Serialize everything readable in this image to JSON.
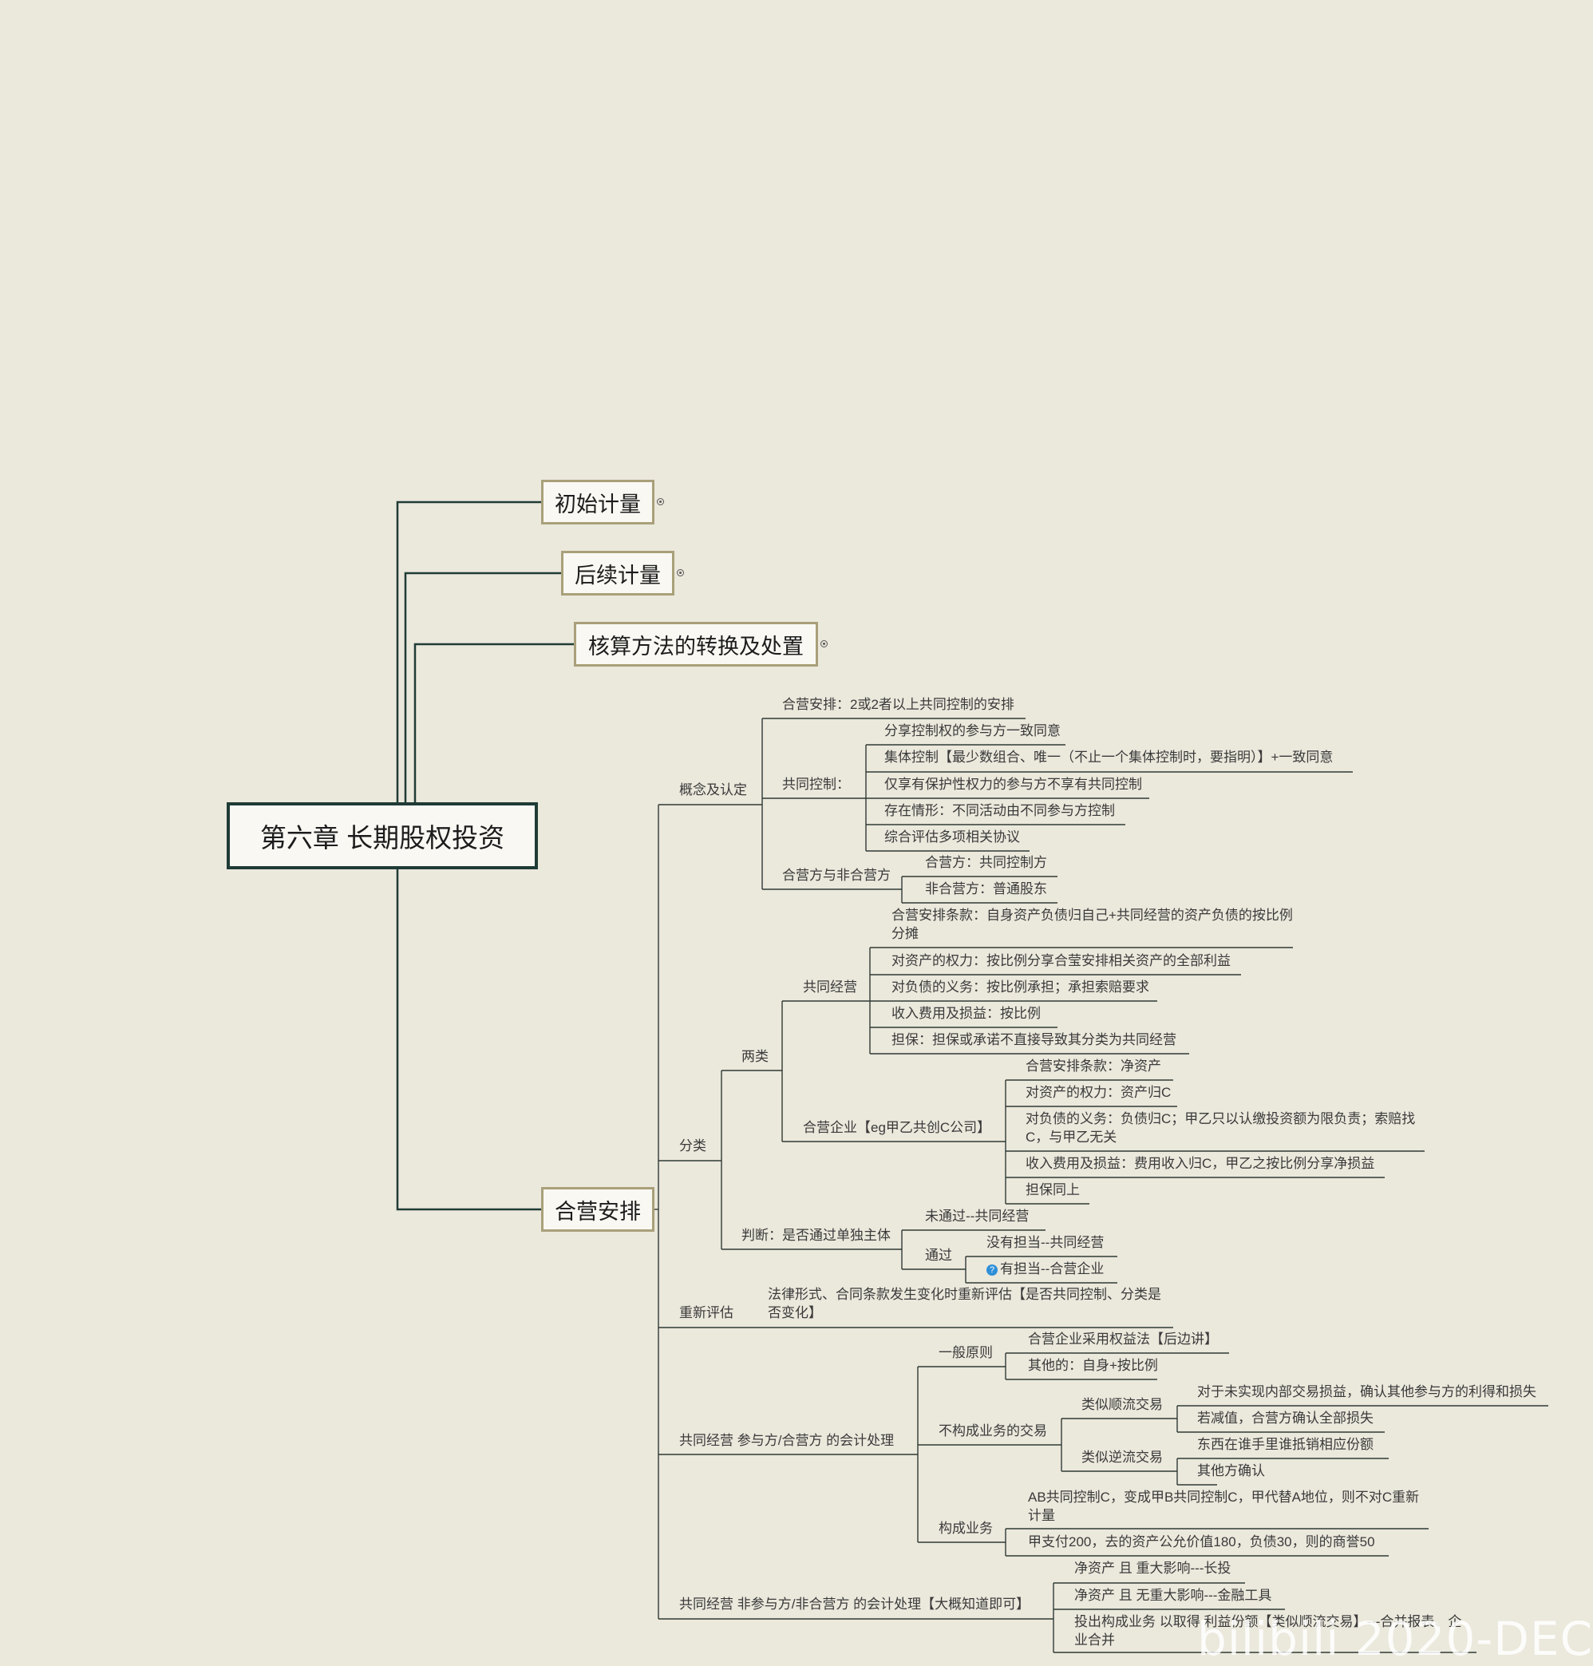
{
  "root": "第六章  长期股权投资",
  "branches": {
    "initial": "初始计量",
    "subsequent": "后续计量",
    "conversion": "核算方法的转换及处置",
    "joint": "合营安排"
  },
  "concept": {
    "label": "概念及认定",
    "arrangement": "合营安排：2或2者以上共同控制的安排",
    "control": {
      "label": "共同控制：",
      "items": [
        "分享控制权的参与方一致同意",
        "集体控制【最少数组合、唯一（不止一个集体控制时，要指明）】+一致同意",
        "仅享有保护性权力的参与方不享有共同控制",
        "存在情形：不同活动由不同参与方控制",
        "综合评估多项相关协议"
      ]
    },
    "parties": {
      "label": "合营方与非合营方",
      "items": [
        "合营方：共同控制方",
        "非合营方：普通股东"
      ]
    }
  },
  "classification": {
    "label": "分类",
    "two": {
      "label": "两类",
      "operation": {
        "label": "共同经营",
        "items": [
          "合营安排条款：自身资产负债归自己+共同经营的资产负债的按比例分摊",
          "对资产的权力：按比例分享合莹安排相关资产的全部利益",
          "对负债的义务：按比例承担；承担索赔要求",
          "收入费用及损益：按比例",
          "担保：担保或承诺不直接导致其分类为共同经营"
        ]
      },
      "venture": {
        "label": "合营企业【eg甲乙共创C公司】",
        "items": [
          "合营安排条款：净资产",
          "对资产的权力：资产归C",
          "对负债的义务：负债归C；甲乙只以认缴投资额为限负责；索赔找C，与甲乙无关",
          "收入费用及损益：费用收入归C，甲乙之按比例分享净损益",
          "担保同上"
        ]
      }
    },
    "judge": {
      "label": "判断：是否通过单独主体",
      "notpass": "未通过--共同经营",
      "pass": {
        "label": "通过",
        "items": [
          "没有担当--共同经营",
          "有担当--合营企业"
        ],
        "icon": "question-icon"
      }
    }
  },
  "reassess": {
    "label": "重新评估",
    "text": "法律形式、合同条款发生变化时重新评估【是否共同控制、分类是否变化】"
  },
  "accounting": {
    "label": "共同经营  参与方/合营方  的会计处理",
    "general": {
      "label": "一般原则",
      "items": [
        "合营企业采用权益法【后边讲】",
        "其他的：自身+按比例"
      ]
    },
    "nonbiz": {
      "label": "不构成业务的交易",
      "downstream": {
        "label": "类似顺流交易",
        "items": [
          "对于未实现内部交易损益，确认其他参与方的利得和损失",
          "若减值，合营方确认全部损失"
        ]
      },
      "upstream": {
        "label": "类似逆流交易",
        "items": [
          "东西在谁手里谁抵销相应份额",
          "其他方确认"
        ]
      }
    },
    "biz": {
      "label": "构成业务",
      "items": [
        "AB共同控制C，变成甲B共同控制C，甲代替A地位，则不对C重新计量",
        "甲支付200，去的资产公允价值180，负债30，则的商誉50"
      ]
    }
  },
  "nonparty": {
    "label": "共同经营  非参与方/非合营方  的会计处理【大概知道即可】",
    "items": [
      "净资产 且 重大影响---长投",
      "净资产 且 无重大影响---金融工具",
      "投出构成业务 以取得 利益份额【类似顺流交易】---合并报表、企业合并"
    ]
  },
  "watermark": "bilibili 2020-DEC"
}
